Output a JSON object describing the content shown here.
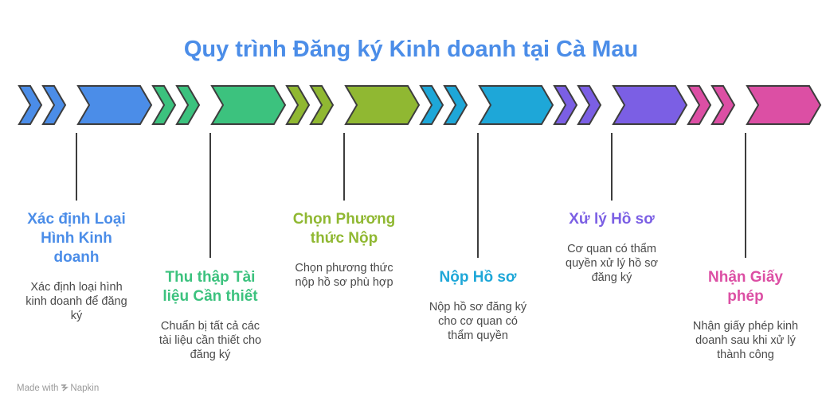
{
  "title": "Quy trình Đăng ký Kinh doanh tại Cà Mau",
  "colors": {
    "title": "#4b8de8",
    "outline": "#3d3d3d",
    "connector": "#3d3d3d"
  },
  "steps": [
    {
      "title_lines": [
        "Xác định Loại",
        "Hình Kinh",
        "doanh"
      ],
      "desc_lines": [
        "Xác định loại hình",
        "kinh doanh để đăng",
        "ký"
      ],
      "color": "#4b8de8",
      "label_position": "top"
    },
    {
      "title_lines": [
        "Thu thập Tài",
        "liệu Cần thiết"
      ],
      "desc_lines": [
        "Chuẩn bị tất cả các",
        "tài liệu cần thiết cho",
        "đăng ký"
      ],
      "color": "#3cc27e",
      "label_position": "bottom"
    },
    {
      "title_lines": [
        "Chọn Phương",
        "thức Nộp"
      ],
      "desc_lines": [
        "Chọn phương thức",
        "nộp hồ sơ phù hợp"
      ],
      "color": "#90b832",
      "label_position": "top"
    },
    {
      "title_lines": [
        "Nộp Hồ sơ"
      ],
      "desc_lines": [
        "Nộp hồ sơ đăng ký",
        "cho cơ quan có",
        "thẩm quyền"
      ],
      "color": "#1ea7d8",
      "label_position": "bottom"
    },
    {
      "title_lines": [
        "Xử lý Hồ sơ"
      ],
      "desc_lines": [
        "Cơ quan có thẩm",
        "quyền xử lý hồ sơ",
        "đăng ký"
      ],
      "color": "#7b5fe4",
      "label_position": "top"
    },
    {
      "title_lines": [
        "Nhận Giấy",
        "phép"
      ],
      "desc_lines": [
        "Nhận giấy phép kinh",
        "doanh sau khi xử lý",
        "thành công"
      ],
      "color": "#dc4fa4",
      "label_position": "bottom"
    }
  ],
  "watermark": {
    "prefix": "Made with",
    "brand": "Napkin",
    "icon": "napkin-logo-icon"
  }
}
